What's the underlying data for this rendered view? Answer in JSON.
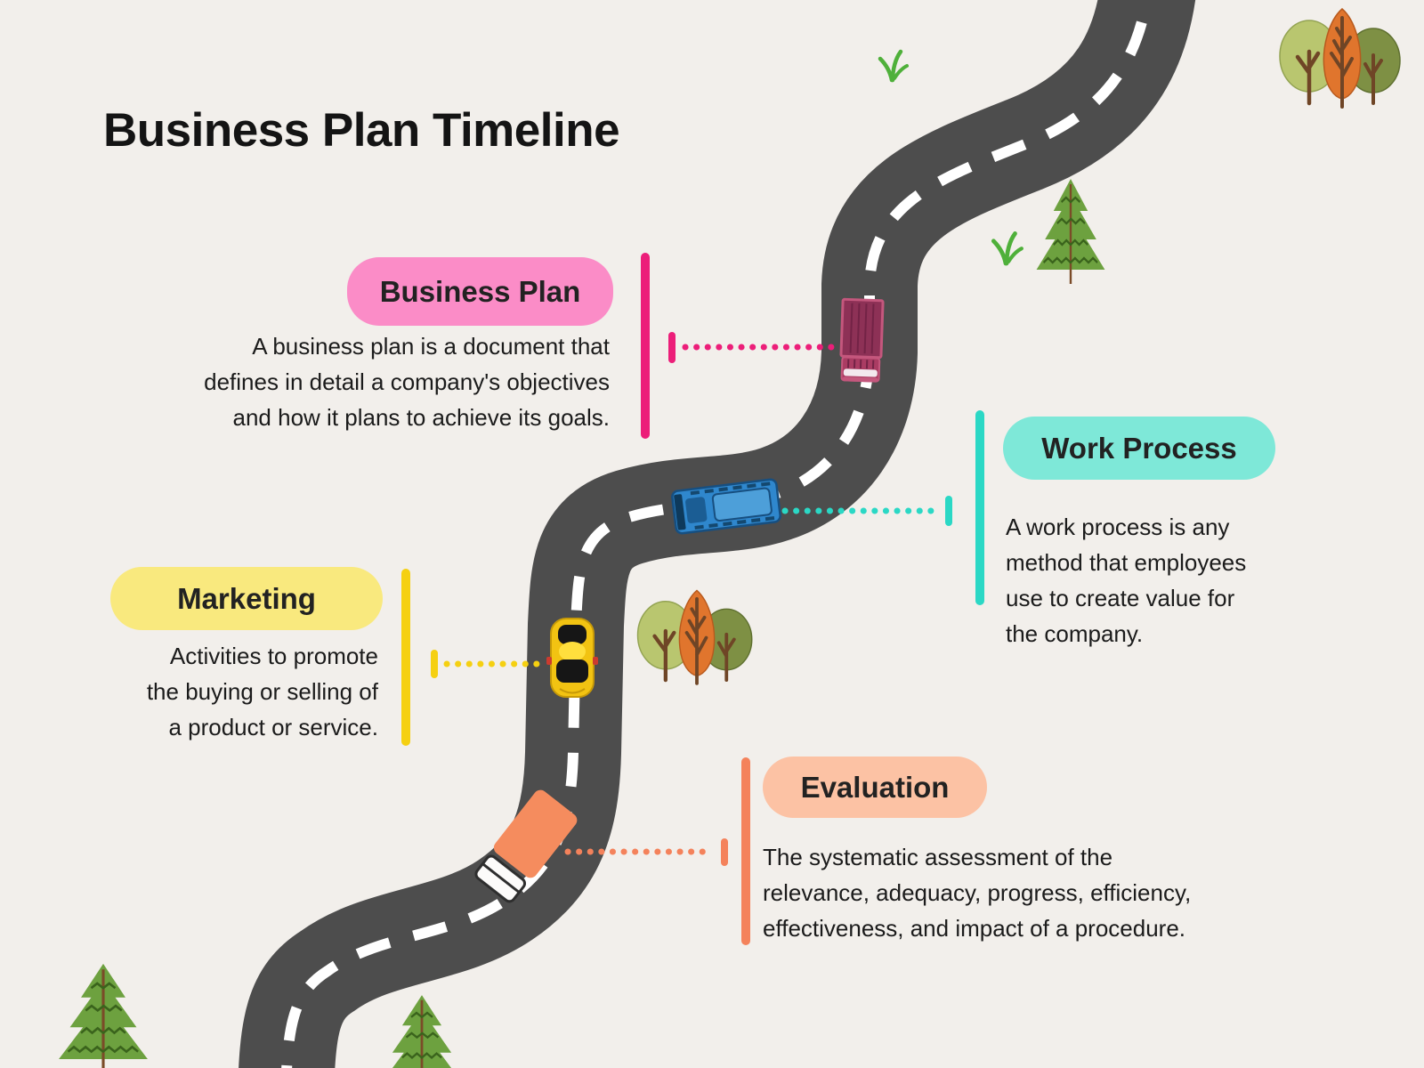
{
  "title": "Business Plan Timeline",
  "sections": [
    {
      "id": "business-plan",
      "label": "Business Plan",
      "desc": [
        "A business plan is a document that",
        "defines in detail a company's objectives",
        "and how it plans to achieve its goals."
      ],
      "pill_color": "#FB8CC7",
      "accent_color": "#EC1E79",
      "vehicle_icon": "delivery-truck-icon"
    },
    {
      "id": "work-process",
      "label": "Work Process",
      "desc": [
        "A work process is any",
        "method that employees",
        "use to create value for",
        "the company."
      ],
      "pill_color": "#7EE8D8",
      "accent_color": "#2BD8C5",
      "vehicle_icon": "bus-icon"
    },
    {
      "id": "marketing",
      "label": "Marketing",
      "desc": [
        "Activities to promote",
        "the buying or selling of",
        "a product or service."
      ],
      "pill_color": "#F9E97E",
      "accent_color": "#F5D011",
      "vehicle_icon": "sports-car-icon"
    },
    {
      "id": "evaluation",
      "label": "Evaluation",
      "desc": [
        "The systematic assessment of the",
        "relevance, adequacy, progress, efficiency,",
        "effectiveness, and impact of a procedure."
      ],
      "pill_color": "#FCC2A4",
      "accent_color": "#F4825B",
      "vehicle_icon": "tanker-truck-icon"
    }
  ],
  "scene": {
    "background_color": "#F2EFEB",
    "road_color": "#4D4D4D",
    "road_line_color": "#FFFFFF",
    "decorations": [
      "pine-tree-icon",
      "deciduous-tree-cluster-icon",
      "grass-tuft-icon"
    ]
  }
}
